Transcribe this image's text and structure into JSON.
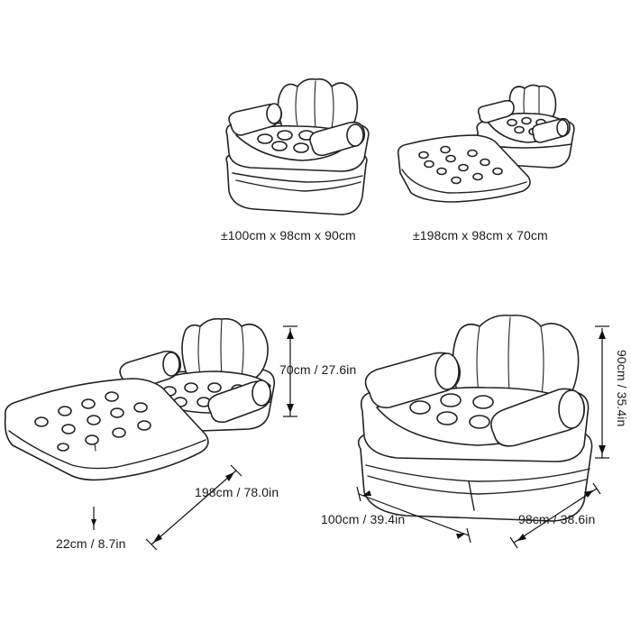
{
  "labels": {
    "chair_top": "±100cm x 98cm x 90cm",
    "bed_top": "±198cm x 98cm x 70cm",
    "bed_height": "70cm / 27.6in",
    "bed_length": "198cm / 78.0in",
    "bed_thickness": "22cm / 8.7in",
    "chair_height": "90cm / 35.4in",
    "chair_width": "100cm / 39.4in",
    "chair_depth": "98cm / 38.6in"
  }
}
